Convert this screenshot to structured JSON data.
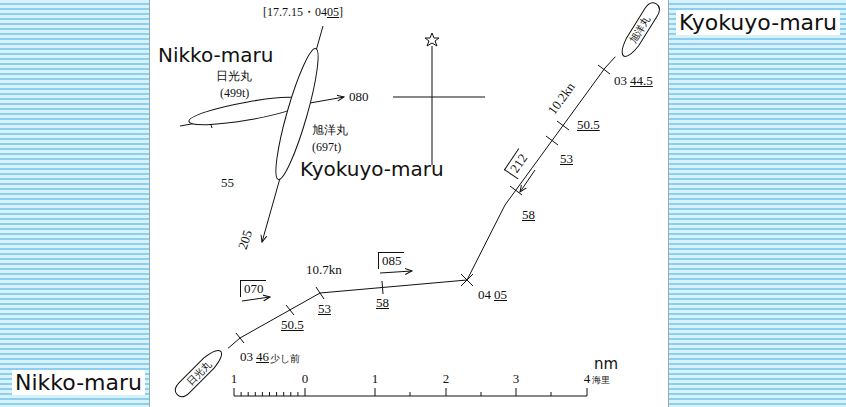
{
  "diagram": {
    "nodes": [
      {
        "text": [
          "日光丸"
        ]
      },
      {
        "text": [
          "旭洋丸"
        ]
      }
    ],
    "edges": [
      {
        "from": 0,
        "to": 1,
        "arrow": "none"
      }
    ],
    "labels": [
      "Nikko-maru",
      "Kyokuyo-maru",
      "[17.7.15・04",
      "05",
      "]",
      "Nikko-maru",
      "日光丸",
      "(499t)",
      "080",
      "旭洋丸",
      "(697t)",
      "Kyokuyo-maru",
      "55",
      "205",
      "03",
      "46",
      "少し前",
      "070",
      "50.5",
      "53",
      "10.7kn",
      "085",
      "58",
      "04",
      "05",
      "212",
      "58",
      "53",
      "10.2kn",
      "50.5",
      "03",
      "44.5",
      "1",
      "0",
      "1",
      "2",
      "3",
      "4",
      "nm",
      "海里"
    ]
  }
}
